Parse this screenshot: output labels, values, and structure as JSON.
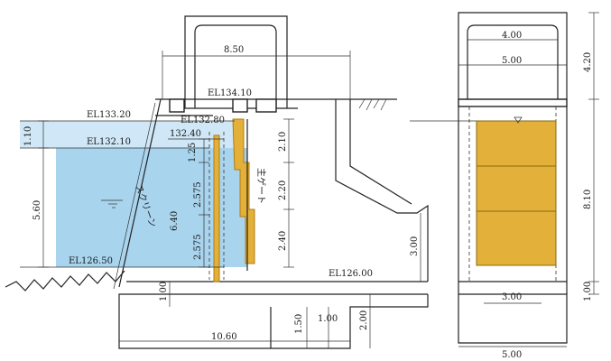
{
  "colors": {
    "water": "#a9d4ee",
    "water_upper": "#cfe7f6",
    "gate": "#e3b03a",
    "gate_edge": "#b07d10",
    "line": "#222222"
  },
  "section": {
    "span_top": "8.50",
    "span_bottom": "10.60",
    "el_top": "EL134.10",
    "el_hwl": "EL133.20",
    "el_gate_top": "EL132.80",
    "el_132_10": "EL132.10",
    "el_132_40": "132.40",
    "el_low": "EL126.50",
    "el_floor": "EL126.00",
    "dim_1_10": "1.10",
    "dim_5_60": "5.60",
    "dim_1_25": "1.25",
    "dim_2_575a": "2.575",
    "dim_2_575b": "2.575",
    "dim_6_40": "6.40",
    "dim_2_10": "2.10",
    "dim_2_20": "2.20",
    "dim_2_40": "2.40",
    "dim_3_00": "3.00",
    "dim_1_00": "1.00",
    "dim_1_50": "1.50",
    "dim_1_00b": "1.00",
    "dim_2_00": "2.00",
    "screen_label": "スクリーン",
    "gate_label": "主ゲート"
  },
  "front": {
    "dim_4_00": "4.00",
    "dim_5_00_top": "5.00",
    "dim_4_20": "4.20",
    "dim_8_10": "8.10",
    "dim_1_00": "1.00",
    "dim_3_00": "3.00",
    "dim_5_00_bottom": "5.00"
  }
}
